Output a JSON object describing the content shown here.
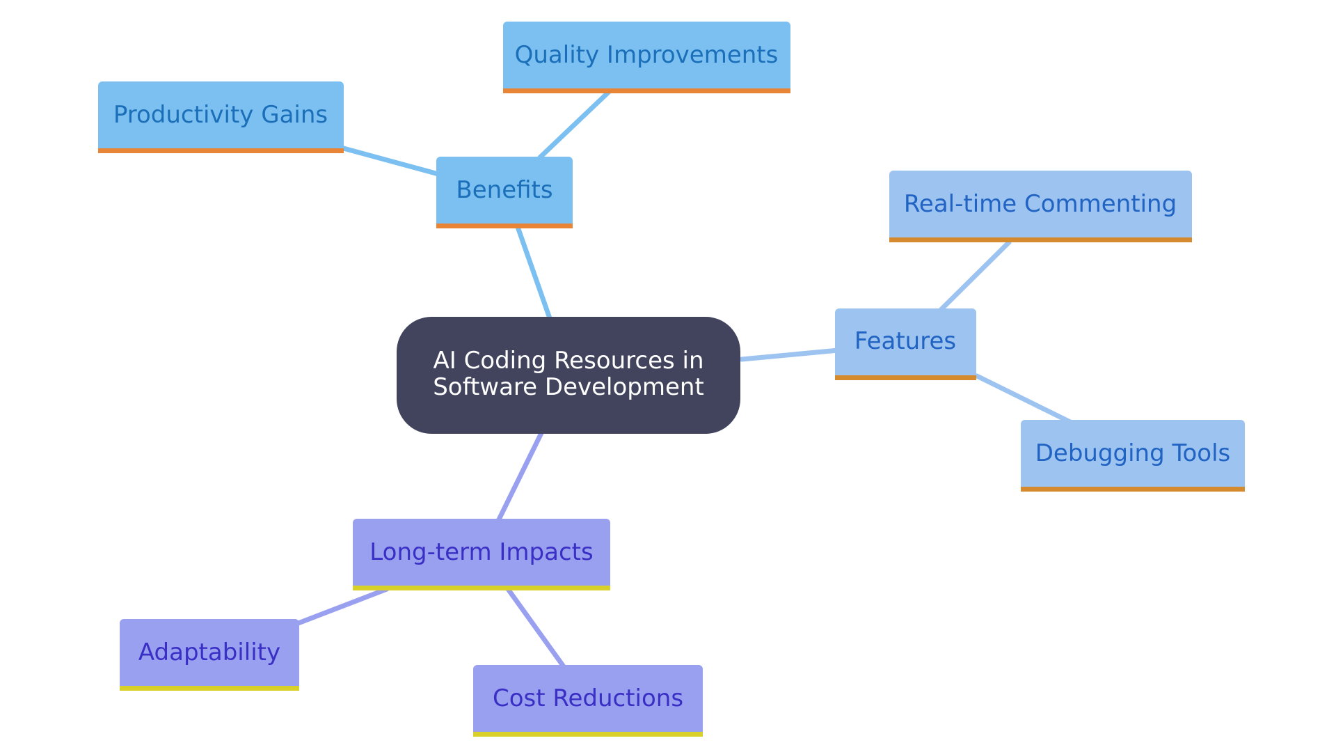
{
  "diagram": {
    "root": {
      "label_line1": "AI Coding Resources in",
      "label_line2": "Software Development"
    },
    "branches": [
      {
        "key": "benefits",
        "label": "Benefits",
        "children": [
          "Productivity Gains",
          "Quality Improvements"
        ]
      },
      {
        "key": "features",
        "label": "Features",
        "children": [
          "Real-time Commenting",
          "Debugging Tools"
        ]
      },
      {
        "key": "impacts",
        "label": "Long-term Impacts",
        "children": [
          "Adaptability",
          "Cost Reductions"
        ]
      }
    ]
  },
  "colors": {
    "root_fill": "#41445c",
    "root_text": "#ffffff",
    "benefits_fill": "#7cc0f2",
    "benefits_text": "#1a6fb8",
    "features_fill": "#9dc3f0",
    "features_text": "#2063c2",
    "impacts_fill": "#9aa0f0",
    "impacts_text": "#3a2fc4",
    "orange_underline": "#e88436",
    "features_underline": "#d68a2e",
    "yellow_underline": "#d9d02a",
    "benefits_edge": "#7cc0f2",
    "features_edge": "#9dc3f0",
    "impacts_edge": "#9aa0f0"
  }
}
